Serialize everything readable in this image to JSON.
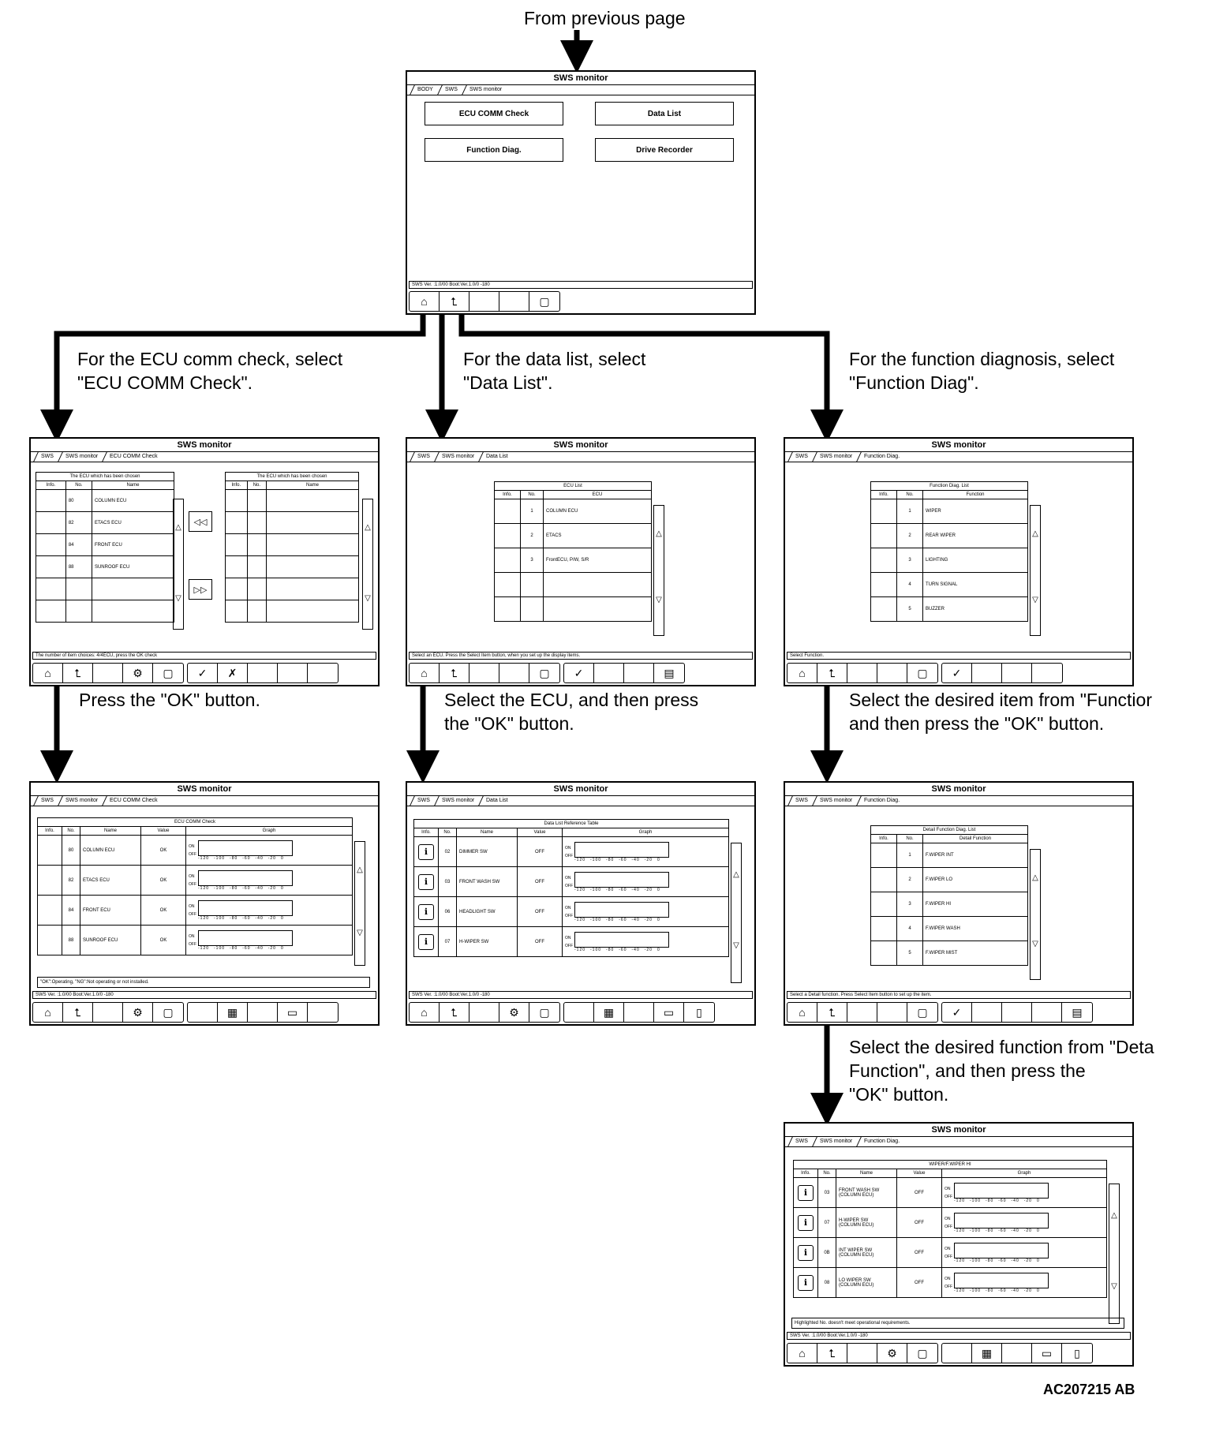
{
  "captions": {
    "from_previous": "From previous page",
    "ecu_select": "For the ECU comm check, select\n\"ECU COMM Check\".",
    "data_select": "For the data list, select\n\"Data List\".",
    "func_select": "For the function diagnosis, select\n\"Function Diag\".",
    "press_ok": "Press the \"OK\" button.",
    "select_ecu": "Select the ECU, and then press\nthe \"OK\" button.",
    "select_item": "Select the desired item from \"Functior\nand then press the \"OK\" button.",
    "select_function": "Select the desired function from \"Deta\nFunction\", and then press the\n\"OK\" button."
  },
  "figure_id": "AC207215 AB",
  "screen_title": "SWS monitor",
  "top": {
    "crumbs": [
      "BODY",
      "SWS",
      "SWS monitor"
    ],
    "buttons": [
      "ECU COMM Check",
      "Data List",
      "Function Diag.",
      "Drive Recorder"
    ],
    "status": "SWS Ver. :1.0/00 Boot:Ver.1.0/0 -180"
  },
  "ecu": {
    "crumbs": [
      "SWS",
      "SWS monitor",
      "ECU COMM Check"
    ],
    "left_title": "The ECU which has been chosen",
    "right_title": "The ECU which has been chosen",
    "headers": [
      "Info.",
      "No.",
      "Name"
    ],
    "rows": [
      [
        "80",
        "COLUMN ECU"
      ],
      [
        "82",
        "ETACS ECU"
      ],
      [
        "84",
        "FRONT ECU"
      ],
      [
        "88",
        "SUNROOF ECU"
      ]
    ],
    "status": "The number of item choices: 4/4ECU, press the OK check",
    "result_title": "ECU COMM Check",
    "result_headers": [
      "Info.",
      "No.",
      "Name",
      "Value",
      "Graph"
    ],
    "result_rows": [
      [
        "80",
        "COLUMN ECU",
        "OK"
      ],
      [
        "82",
        "ETACS ECU",
        "OK"
      ],
      [
        "84",
        "FRONT ECU",
        "OK"
      ],
      [
        "88",
        "SUNROOF ECU",
        "OK"
      ]
    ],
    "note": "\"OK\":Operating, \"NG\":Not operating or not installed.",
    "result_status": "SWS Ver. :1.0/00 Boot:Ver.1.0/0 -180"
  },
  "data": {
    "crumbs": [
      "SWS",
      "SWS monitor",
      "Data List"
    ],
    "title": "ECU List",
    "headers": [
      "Info.",
      "No.",
      "ECU"
    ],
    "rows": [
      [
        "1",
        "COLUMN ECU"
      ],
      [
        "2",
        "ETACS"
      ],
      [
        "3",
        "FrontECU, P/W, S/R"
      ]
    ],
    "status": "Select an ECU. Press the Select Item button, when you set up the display items.",
    "result_title": "Data List Reference Table",
    "result_headers": [
      "Info.",
      "No.",
      "Name",
      "Value",
      "Graph"
    ],
    "result_rows": [
      [
        "02",
        "DIMMER SW",
        "OFF"
      ],
      [
        "03",
        "FRONT WASH SW",
        "OFF"
      ],
      [
        "06",
        "HEADLIGHT SW",
        "OFF"
      ],
      [
        "07",
        "H-WIPER SW",
        "OFF"
      ]
    ],
    "result_status": "SWS Ver. :1.0/00 Boot:Ver.1.0/0 -180"
  },
  "func": {
    "crumbs": [
      "SWS",
      "SWS monitor",
      "Function Diag."
    ],
    "title": "Function Diag. List",
    "headers": [
      "Info.",
      "No.",
      "Function"
    ],
    "rows": [
      [
        "1",
        "WIPER"
      ],
      [
        "2",
        "REAR WIPER"
      ],
      [
        "3",
        "LIGHTING"
      ],
      [
        "4",
        "TURN SIGNAL"
      ],
      [
        "5",
        "BUZZER"
      ]
    ],
    "status": "Select Function.",
    "detail_title": "Detail Function Diag. List",
    "detail_headers": [
      "Info.",
      "No.",
      "Detail Function"
    ],
    "detail_rows": [
      [
        "1",
        "F.WIPER INT"
      ],
      [
        "2",
        "F.WIPER LO"
      ],
      [
        "3",
        "F.WIPER HI"
      ],
      [
        "4",
        "F.WIPER WASH"
      ],
      [
        "5",
        "F.WIPER MIST"
      ]
    ],
    "detail_status": "Select a Detail function. Press Select Item button to set up the item.",
    "result_title": "WIPER/F.WIPER HI",
    "result_headers": [
      "Info.",
      "No.",
      "Name",
      "Value",
      "Graph"
    ],
    "result_rows": [
      [
        "03",
        "FRONT WASH SW\n(COLUMN ECU)",
        "OFF"
      ],
      [
        "07",
        "H-WIPER SW\n(COLUMN ECU)",
        "OFF"
      ],
      [
        "0B",
        "INT WIPER SW\n(COLUMN ECU)",
        "OFF"
      ],
      [
        "08",
        "LO WIPER SW\n(COLUMN ECU)",
        "OFF"
      ]
    ],
    "note": "Highlighted No. doesn't meet operational requirements.",
    "result_status": "SWS Ver. :1.0/00 Boot:Ver.1.0/0 -180"
  },
  "graph": {
    "on": "ON",
    "off": "OFF",
    "axis": [
      "-120",
      "-100",
      "-80",
      "-60",
      "-40",
      "-20",
      "0"
    ]
  }
}
